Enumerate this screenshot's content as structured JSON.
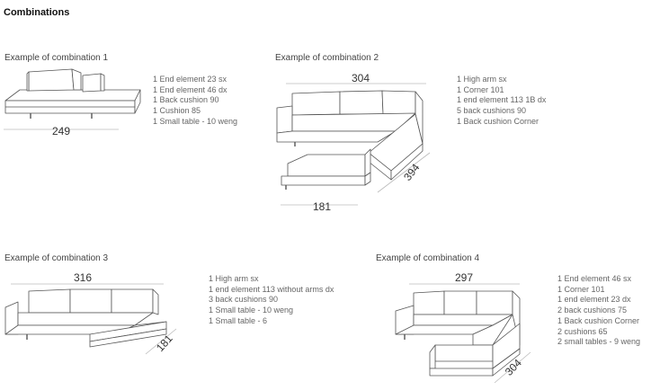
{
  "page_title": "Combinations",
  "combinations": [
    {
      "heading": "Example of combination 1",
      "dimensions": [
        "249"
      ],
      "items": [
        "1 End element 23 sx",
        "1 End element 46 dx",
        "1 Back cushion 90",
        "1 Cushion 85",
        "1 Small table - 10 weng"
      ]
    },
    {
      "heading": "Example of combination 2",
      "dimensions": [
        "304",
        "394",
        "181"
      ],
      "items": [
        "1 High arm sx",
        "1 Corner 101",
        "1 end element 113 1B dx",
        "5 back cushions 90",
        "1 Back cushion Corner"
      ]
    },
    {
      "heading": "Example of combination 3",
      "dimensions": [
        "316",
        "181"
      ],
      "items": [
        "1 High arm sx",
        "1 end element 113 without arms dx",
        "3 back cushions 90",
        "1 Small table - 10 weng",
        "1 Small table - 6"
      ]
    },
    {
      "heading": "Example of combination 4",
      "dimensions": [
        "297",
        "304"
      ],
      "items": [
        "1 End element 46 sx",
        "1 Corner 101",
        "1 end element 23 dx",
        "2 back cushions 75",
        "1 Back cushion Corner",
        "2 cushions 65",
        "2 small tables - 9 weng"
      ]
    }
  ]
}
